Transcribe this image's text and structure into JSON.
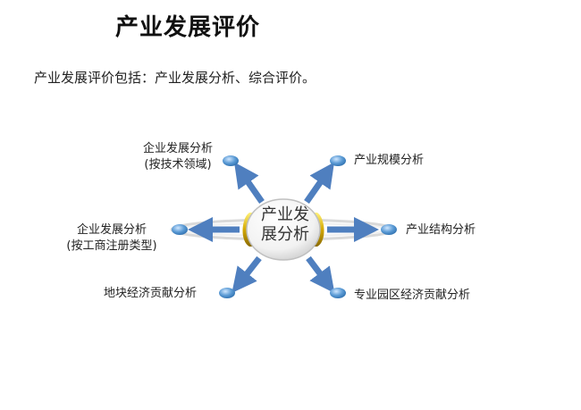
{
  "title": "产业发展评价",
  "intro": "产业发展评价包括：产业发展分析、综合评价。",
  "center": {
    "line1": "产业发",
    "line2": "展分析"
  },
  "nodes": [
    {
      "id": "top-left",
      "line1": "企业发展分析",
      "line2": "(按技术领域)"
    },
    {
      "id": "top-right",
      "line1": "产业规模分析",
      "line2": ""
    },
    {
      "id": "mid-left",
      "line1": "企业发展分析",
      "line2": "(按工商注册类型)"
    },
    {
      "id": "mid-right",
      "line1": "产业结构分析",
      "line2": ""
    },
    {
      "id": "bottom-left",
      "line1": "地块经济贡献分析",
      "line2": ""
    },
    {
      "id": "bottom-right",
      "line1": "专业园区经济贡献分析",
      "line2": ""
    }
  ],
  "colors": {
    "arrow": "#4f7fbf",
    "node_dot": "#5b9bd5",
    "center_ring": "#d9d9d9",
    "accent_gold": "#c9a100"
  }
}
